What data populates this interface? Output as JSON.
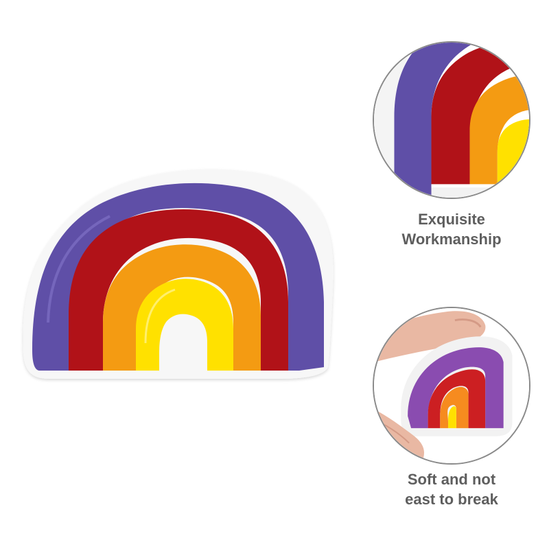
{
  "colors": {
    "white_edge": "#f7f7f7",
    "purple": "#5f4fa7",
    "red": "#b11218",
    "orange": "#f49b12",
    "yellow": "#ffe100",
    "caption": "#5e5e5e",
    "ring": "#8a8a8a",
    "skin": "#e9b8a3"
  },
  "features": [
    {
      "line1": "Exquisite",
      "line2": "Workmanship",
      "image": "rainbow-closeup"
    },
    {
      "line1": "Soft and not",
      "line2": "east to break",
      "image": "fingers-holding-rainbow"
    }
  ]
}
